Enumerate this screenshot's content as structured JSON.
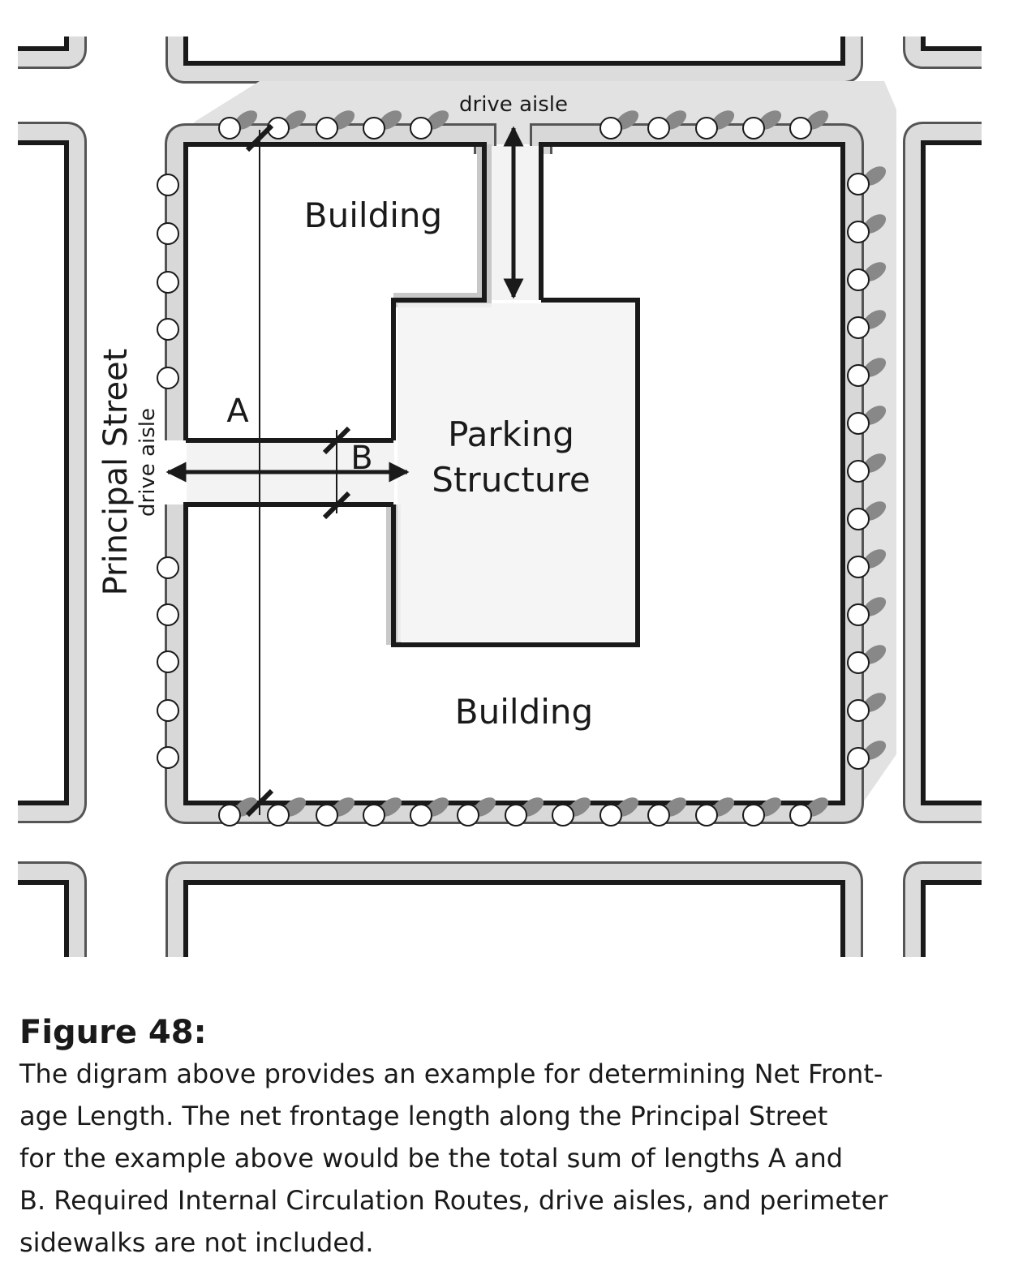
{
  "diagram": {
    "street_label": "Principal Street",
    "drive_aisle_top": "drive aisle",
    "drive_aisle_left": "drive aisle",
    "building_top": "Building",
    "building_bottom": "Building",
    "parking_line1": "Parking",
    "parking_line2": "Structure",
    "length_a": "A",
    "length_b": "B"
  },
  "caption": {
    "title": "Figure 48:",
    "text": "The digram above provides an example for determining Net Front-\nage Length.  The net frontage length along the Principal Street\nfor the example above would be the total sum of lengths A and\nB. Required Internal Circulation Routes, drive aisles, and perimeter\nsidewalks are not included."
  },
  "colors": {
    "outline": "#1a1a1a",
    "sidewalk": "#dcdcdc",
    "shadow": "#c8c8c8",
    "parking_fill": "#f3f3f3",
    "tree_shadow": "#888888",
    "tree": "#ffffff"
  }
}
